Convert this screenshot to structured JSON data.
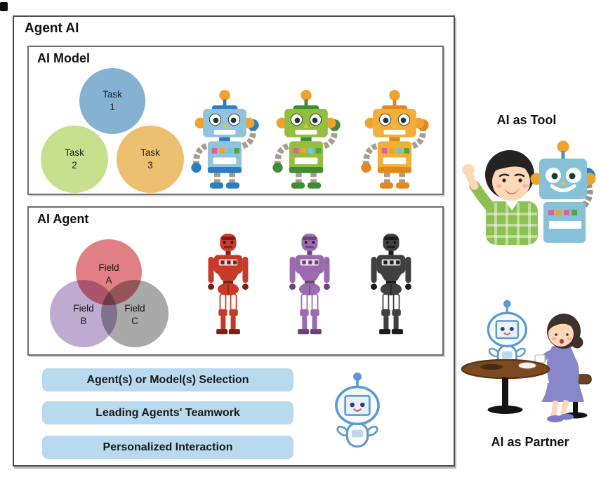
{
  "diagram": {
    "agent_ai_title": "Agent AI",
    "ai_model": {
      "title": "AI Model",
      "tasks": [
        {
          "word": "Task",
          "num": "1",
          "color": "#85b2d3"
        },
        {
          "word": "Task",
          "num": "2",
          "color": "#c8df8e"
        },
        {
          "word": "Task",
          "num": "3",
          "color": "#edc06f"
        }
      ],
      "robots": [
        {
          "icon": "toy-robot-blue-icon",
          "color": "#8fc4db"
        },
        {
          "icon": "toy-robot-green-icon",
          "color": "#94be3d"
        },
        {
          "icon": "toy-robot-orange-icon",
          "color": "#f0b03a"
        }
      ]
    },
    "ai_agent": {
      "title": "AI Agent",
      "fields": [
        {
          "word": "Field",
          "letter": "A",
          "color": "#dc6a6e"
        },
        {
          "word": "Field",
          "letter": "B",
          "color": "#b49cc8"
        },
        {
          "word": "Field",
          "letter": "C",
          "color": "#9a9a9a"
        }
      ],
      "robots": [
        {
          "icon": "humanoid-robot-red-icon",
          "color": "#c73a28"
        },
        {
          "icon": "humanoid-robot-purple-icon",
          "color": "#9b6bae"
        },
        {
          "icon": "humanoid-robot-black-icon",
          "color": "#404040"
        }
      ]
    },
    "capabilities": [
      "Agent(s) or Model(s) Selection",
      "Leading Agents' Teamwork",
      "Personalized Interaction"
    ],
    "capability_banner_color": "#b8d9ee",
    "mascot_icon": "mascot-robot-icon",
    "mascot_color": "#5b9bd5"
  },
  "right_panel": {
    "tool_label": "AI as Tool",
    "tool_icon": "boy-with-robot-illustration",
    "partner_label": "AI as Partner",
    "partner_icon": "woman-robot-table-illustration"
  }
}
